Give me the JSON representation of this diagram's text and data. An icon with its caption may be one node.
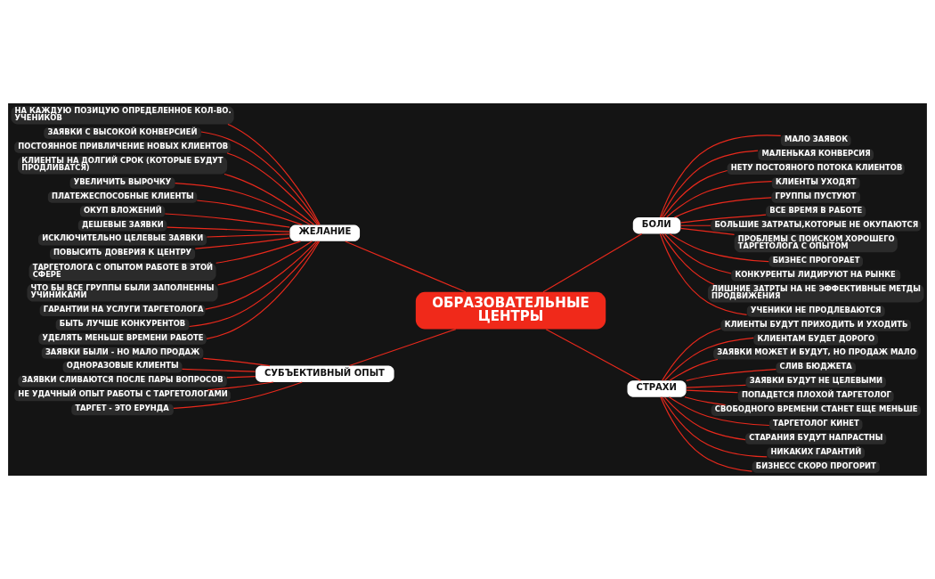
{
  "diagram": {
    "nodes": [
      {
        "text": [
          "ОБРАЗОВАТЕЛЬНЫЕ ЦЕНТРЫ"
        ]
      },
      {
        "text": [
          "ЖЕЛАНИЕ"
        ]
      },
      {
        "text": [
          "НА КАЖДУЮ ПОЗИЦУЮ ОПРЕДЕЛЕННОЕ КОЛ-ВО. УЧЕНИКОВ"
        ]
      },
      {
        "text": [
          "ЗАЯВКИ С ВЫСОКОЙ КОНВЕРСИЕЙ"
        ]
      },
      {
        "text": [
          "ПОСТОЯННОЕ ПРИВЛИЧЕНИЕ НОВЫХ КЛИЕНТОВ"
        ]
      },
      {
        "text": [
          "КЛИЕНТЫ НА ДОЛГИЙ СРОК (КОТОРЫЕ БУДУТ ПРОДЛИВАТСЯ)"
        ]
      },
      {
        "text": [
          "УВЕЛИЧИТЬ ВЫРОЧКУ"
        ]
      },
      {
        "text": [
          "ПЛАТЕЖЕСПОСОБНЫЕ КЛИЕНТЫ"
        ]
      },
      {
        "text": [
          "ОКУП ВЛОЖЕНИЙ"
        ]
      },
      {
        "text": [
          "ДЕШЕВЫЕ ЗАЯВКИ"
        ]
      },
      {
        "text": [
          "ИСКЛЮЧИТЕЛЬНО ЦЕЛЕВЫЕ ЗАЯВКИ"
        ]
      },
      {
        "text": [
          "ПОВЫСИТЬ ДОВЕРИЯ К ЦЕНТРУ"
        ]
      },
      {
        "text": [
          "ТАРГЕТОЛОГА С ОПЫТОМ РАБОТЕ В ЭТОЙ СФЕРЕ"
        ]
      },
      {
        "text": [
          "ЧТО БЫ ВСЕ ГРУППЫ БЫЛИ ЗАПОЛНЕННЫ УЧИНИКАМИ"
        ]
      },
      {
        "text": [
          "ГАРАНТИИ НА УСЛУГИ ТАРГЕТОЛОГА"
        ]
      },
      {
        "text": [
          "БЫТЬ ЛУЧШЕ КОНКУРЕНТОВ"
        ]
      },
      {
        "text": [
          "УДЕЛЯТЬ МЕНЬШЕ ВРЕМЕНИ РАБОТЕ"
        ]
      },
      {
        "text": [
          "БОЛИ"
        ]
      },
      {
        "text": [
          "МАЛО ЗАЯВОК"
        ]
      },
      {
        "text": [
          "МАЛЕНЬКАЯ КОНВЕРСИЯ"
        ]
      },
      {
        "text": [
          "НЕТУ ПОСТОЯНОГО ПОТОКА КЛИЕНТОВ"
        ]
      },
      {
        "text": [
          "КЛИЕНТЫ УХОДЯТ"
        ]
      },
      {
        "text": [
          "ГРУППЫ ПУСТУЮТ"
        ]
      },
      {
        "text": [
          "ВСЕ ВРЕМЯ В РАБОТЕ"
        ]
      },
      {
        "text": [
          "БОЛЬШИЕ ЗАТРАТЫ,КОТОРЫЕ НЕ ОКУПАЮТСЯ"
        ]
      },
      {
        "text": [
          "ПРОБЛЕМЫ С ПОИСКОМ ХОРОШЕГО ТАРГЕТОЛОГА С ОПЫТОМ"
        ]
      },
      {
        "text": [
          "БИЗНЕС ПРОГОРАЕТ"
        ]
      },
      {
        "text": [
          "КОНКУРЕНТЫ ЛИДИРУЮТ НА РЫНКЕ"
        ]
      },
      {
        "text": [
          "ЛИШНИЕ ЗАТРТЫ НА НЕ ЭФФЕКТИВНЫЕ МЕТДЫ ПРОДВИЖЕНИЯ"
        ]
      },
      {
        "text": [
          "УЧЕНИКИ НЕ ПРОДЛЕВАЮТСЯ"
        ]
      },
      {
        "text": [
          "СУБЪЕКТИВНЫЙ ОПЫТ"
        ]
      },
      {
        "text": [
          "ЗАЯВКИ БЫЛИ - НО МАЛО ПРОДАЖ"
        ]
      },
      {
        "text": [
          "ОДНОРАЗОВЫЕ КЛИЕНТЫ"
        ]
      },
      {
        "text": [
          "ЗАЯВКИ СЛИВАЮТСЯ ПОСЛЕ ПАРЫ ВОПРОСОВ"
        ]
      },
      {
        "text": [
          "НЕ УДАЧНЫЙ ОПЫТ РАБОТЫ С ТАРГЕТОЛОГАМИ"
        ]
      },
      {
        "text": [
          "ТАРГЕТ - ЭТО ЕРУНДА"
        ]
      },
      {
        "text": [
          "СТРАХИ"
        ]
      },
      {
        "text": [
          "КЛИЕНТЫ БУДУТ ПРИХОДИТЬ И УХОДИТЬ"
        ]
      },
      {
        "text": [
          "КЛИЕНТАМ БУДЕТ ДОРОГО"
        ]
      },
      {
        "text": [
          "ЗАЯВКИ МОЖЕТ И БУДУТ, НО ПРОДАЖ МАЛО"
        ]
      },
      {
        "text": [
          "СЛИВ БЮДЖЕТА"
        ]
      },
      {
        "text": [
          "ЗАЯВКИ БУДУТ НЕ ЦЕЛЕВЫМИ"
        ]
      },
      {
        "text": [
          "ПОПАДЕТСЯ ПЛОХОЙ ТАРГЕТОЛОГ"
        ]
      },
      {
        "text": [
          "СВОБОДНОГО ВРЕМЕНИ СТАНЕТ ЕЩЕ МЕНЬШЕ"
        ]
      },
      {
        "text": [
          "ТАРГЕТОЛОГ КИНЕТ"
        ]
      },
      {
        "text": [
          "СТАРАНИЯ БУДУТ НАПРАСТНЫ"
        ]
      },
      {
        "text": [
          "НИКАКИХ ГАРАНТИЙ"
        ]
      },
      {
        "text": [
          "БИЗНЕСС СКОРО ПРОГОРИТ"
        ]
      }
    ],
    "edges": [
      {
        "from": 1,
        "to": 0,
        "arrow": "none"
      },
      {
        "from": 0,
        "to": 17,
        "arrow": "none"
      },
      {
        "from": 30,
        "to": 0,
        "arrow": "none"
      },
      {
        "from": 0,
        "to": 36,
        "arrow": "none"
      },
      {
        "from": 2,
        "to": 1,
        "arrow": "none"
      },
      {
        "from": 3,
        "to": 1,
        "arrow": "none"
      },
      {
        "from": 4,
        "to": 1,
        "arrow": "none"
      },
      {
        "from": 5,
        "to": 1,
        "arrow": "none"
      },
      {
        "from": 6,
        "to": 1,
        "arrow": "none"
      },
      {
        "from": 7,
        "to": 1,
        "arrow": "none"
      },
      {
        "from": 8,
        "to": 1,
        "arrow": "none"
      },
      {
        "from": 9,
        "to": 1,
        "arrow": "none"
      },
      {
        "from": 10,
        "to": 1,
        "arrow": "none"
      },
      {
        "from": 11,
        "to": 1,
        "arrow": "none"
      },
      {
        "from": 12,
        "to": 1,
        "arrow": "none"
      },
      {
        "from": 13,
        "to": 1,
        "arrow": "none"
      },
      {
        "from": 14,
        "to": 1,
        "arrow": "none"
      },
      {
        "from": 15,
        "to": 1,
        "arrow": "none"
      },
      {
        "from": 16,
        "to": 1,
        "arrow": "none"
      },
      {
        "from": 17,
        "to": 18,
        "arrow": "none"
      },
      {
        "from": 17,
        "to": 19,
        "arrow": "none"
      },
      {
        "from": 17,
        "to": 20,
        "arrow": "none"
      },
      {
        "from": 17,
        "to": 21,
        "arrow": "none"
      },
      {
        "from": 17,
        "to": 22,
        "arrow": "none"
      },
      {
        "from": 17,
        "to": 23,
        "arrow": "none"
      },
      {
        "from": 17,
        "to": 24,
        "arrow": "none"
      },
      {
        "from": 17,
        "to": 25,
        "arrow": "none"
      },
      {
        "from": 17,
        "to": 26,
        "arrow": "none"
      },
      {
        "from": 17,
        "to": 27,
        "arrow": "none"
      },
      {
        "from": 17,
        "to": 28,
        "arrow": "none"
      },
      {
        "from": 17,
        "to": 29,
        "arrow": "none"
      },
      {
        "from": 31,
        "to": 30,
        "arrow": "none"
      },
      {
        "from": 32,
        "to": 30,
        "arrow": "none"
      },
      {
        "from": 33,
        "to": 30,
        "arrow": "none"
      },
      {
        "from": 34,
        "to": 30,
        "arrow": "none"
      },
      {
        "from": 35,
        "to": 30,
        "arrow": "none"
      },
      {
        "from": 36,
        "to": 37,
        "arrow": "none"
      },
      {
        "from": 36,
        "to": 38,
        "arrow": "none"
      },
      {
        "from": 36,
        "to": 39,
        "arrow": "none"
      },
      {
        "from": 36,
        "to": 40,
        "arrow": "none"
      },
      {
        "from": 36,
        "to": 41,
        "arrow": "none"
      },
      {
        "from": 36,
        "to": 42,
        "arrow": "none"
      },
      {
        "from": 36,
        "to": 43,
        "arrow": "none"
      },
      {
        "from": 36,
        "to": 44,
        "arrow": "none"
      },
      {
        "from": 36,
        "to": 45,
        "arrow": "none"
      },
      {
        "from": 36,
        "to": 46,
        "arrow": "none"
      },
      {
        "from": 36,
        "to": 47,
        "arrow": "none"
      }
    ]
  }
}
